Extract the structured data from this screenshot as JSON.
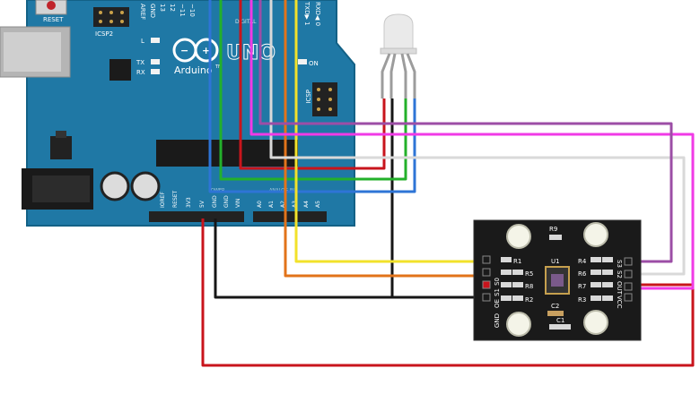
{
  "arduino": {
    "reset_label": "RESET",
    "icsp2_label": "ICSP2",
    "icsp_label": "ICSP",
    "led_l": "L",
    "led_tx": "TX",
    "led_rx": "RX",
    "on_label": "ON",
    "brand": "Arduino",
    "tm": "TM",
    "logo_word": "UNO",
    "digital_label": "DIGITAL",
    "top_header_labels": [
      "AREF",
      "GND",
      "13",
      "12",
      "~11",
      "~10"
    ],
    "txd_label": "TXD▶ 1",
    "rxd_label": "RXD◀ 0",
    "power_labels": [
      "IOREF",
      "RESET",
      "3V3",
      "5V",
      "GND",
      "GND",
      "VIN"
    ],
    "analog_labels": [
      "A0",
      "A1",
      "A2",
      "A3",
      "A4",
      "A5"
    ],
    "power_title": "POWER",
    "analog_title": "ANALOG IN",
    "colors": {
      "board": "#1f78a5",
      "board_dark": "#136186",
      "header": "#222222"
    }
  },
  "sensor": {
    "left_pins": [
      "S0",
      "S1",
      "OE",
      "GND"
    ],
    "right_pins": [
      "S3",
      "S2",
      "OUT",
      "VCC"
    ],
    "resistors_left": [
      "R1",
      "R5",
      "R8",
      "R2"
    ],
    "resistors_right": [
      "R4",
      "R6",
      "R7",
      "R3"
    ],
    "ic_label": "U1",
    "cap_top": "R9",
    "cap_c2": "C2",
    "cap_c1": "C1"
  },
  "wire_colors": {
    "red": "#c8141c",
    "black": "#161616",
    "green": "#23b02a",
    "blue": "#2e74d6",
    "magenta": "#f03ae6",
    "purple": "#9c4ea6",
    "white": "#d9d9d9",
    "orange": "#e2731a",
    "yellow": "#f2e22a"
  }
}
